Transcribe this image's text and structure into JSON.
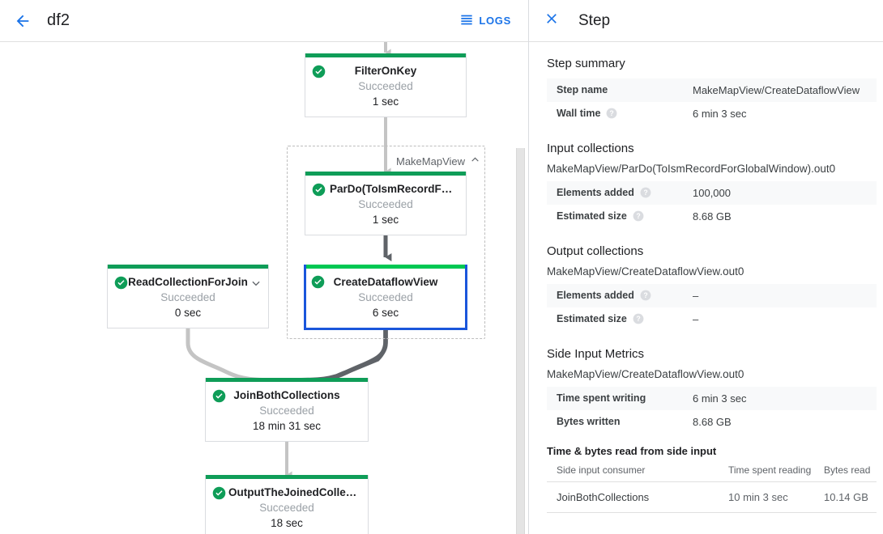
{
  "header": {
    "back_icon": "arrow-left-icon",
    "job_title": "df2",
    "logs_label": "LOGS",
    "logs_icon": "logs-list-icon",
    "accent_color": "#1a73e8"
  },
  "graph": {
    "group": {
      "label": "MakeMapView",
      "collapse_icon": "chevron-up-icon"
    },
    "status_color": "#0f9d58",
    "selected_color": "#1a56db",
    "nodes": [
      {
        "id": "filter-on-key",
        "title": "FilterOnKey",
        "status": "Succeeded",
        "time": "1 sec",
        "state_icon": "check-circle-icon",
        "selected": false,
        "chevron": null
      },
      {
        "id": "pardo-toismrecord",
        "title": "ParDo(ToIsmRecordFor…",
        "status": "Succeeded",
        "time": "1 sec",
        "state_icon": "check-circle-icon",
        "selected": false,
        "chevron": null
      },
      {
        "id": "create-dataflow-view",
        "title": "CreateDataflowView",
        "status": "Succeeded",
        "time": "6 sec",
        "state_icon": "check-circle-icon",
        "selected": true,
        "chevron": null
      },
      {
        "id": "read-collection-for-join",
        "title": "ReadCollectionForJoin",
        "status": "Succeeded",
        "time": "0 sec",
        "state_icon": "check-circle-icon",
        "selected": false,
        "chevron": "chevron-down-icon"
      },
      {
        "id": "join-both-collections",
        "title": "JoinBothCollections",
        "status": "Succeeded",
        "time": "18 min 31 sec",
        "state_icon": "check-circle-icon",
        "selected": false,
        "chevron": null
      },
      {
        "id": "output-the-joined-collection",
        "title": "OutputTheJoinedCollec…",
        "status": "Succeeded",
        "time": "18 sec",
        "state_icon": "check-circle-icon",
        "selected": false,
        "chevron": null
      }
    ]
  },
  "panel": {
    "close_icon": "close-icon",
    "title": "Step",
    "step_summary": {
      "title": "Step summary",
      "rows": [
        {
          "key": "Step name",
          "value": "MakeMapView/CreateDataflowView",
          "help": false
        },
        {
          "key": "Wall time",
          "value": "6 min 3 sec",
          "help": true
        }
      ]
    },
    "input_collections": {
      "title": "Input collections",
      "collection": "MakeMapView/ParDo(ToIsmRecordForGlobalWindow).out0",
      "rows": [
        {
          "key": "Elements added",
          "value": "100,000",
          "help": true
        },
        {
          "key": "Estimated size",
          "value": "8.68 GB",
          "help": true
        }
      ]
    },
    "output_collections": {
      "title": "Output collections",
      "collection": "MakeMapView/CreateDataflowView.out0",
      "rows": [
        {
          "key": "Elements added",
          "value": "–",
          "help": true
        },
        {
          "key": "Estimated size",
          "value": "–",
          "help": true
        }
      ]
    },
    "side_input_metrics": {
      "title": "Side Input Metrics",
      "collection": "MakeMapView/CreateDataflowView.out0",
      "rows": [
        {
          "key": "Time spent writing",
          "value": "6 min 3 sec",
          "help": false
        },
        {
          "key": "Bytes written",
          "value": "8.68 GB",
          "help": false
        }
      ]
    },
    "side_input_reads": {
      "title": "Time & bytes read from side input",
      "columns": [
        "Side input consumer",
        "Time spent reading",
        "Bytes read"
      ],
      "rows": [
        {
          "consumer": "JoinBothCollections",
          "time": "10 min 3 sec",
          "bytes": "10.14 GB"
        }
      ]
    }
  }
}
